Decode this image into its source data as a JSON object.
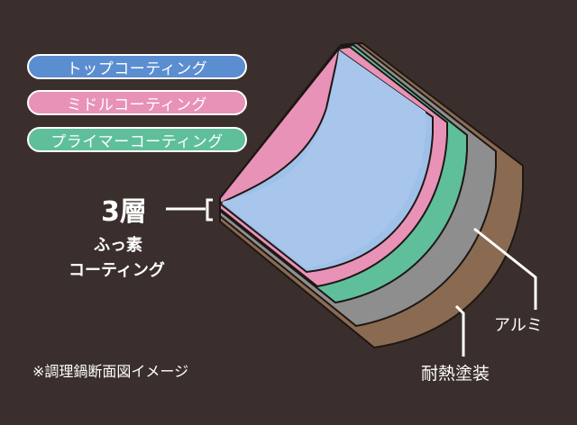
{
  "colors": {
    "background": "#3a2f2c",
    "top_coating": "#9fc0e8",
    "top_coating_pill": "#5b8ed0",
    "middle_coating": "#e892b8",
    "primer_coating": "#5fbf9a",
    "aluminum": "#8e8e8e",
    "heat_resistant": "#8a6b52"
  },
  "legend": {
    "top": "トップコーティング",
    "middle": "ミドルコーティング",
    "primer": "プライマーコーティング"
  },
  "labels": {
    "layers": "3層",
    "fluoro_line1": "ふっ素",
    "fluoro_line2": "コーティング",
    "aluminum": "アルミ",
    "heat_paint": "耐熱塗装",
    "caption": "※調理鍋断面図イメージ"
  }
}
